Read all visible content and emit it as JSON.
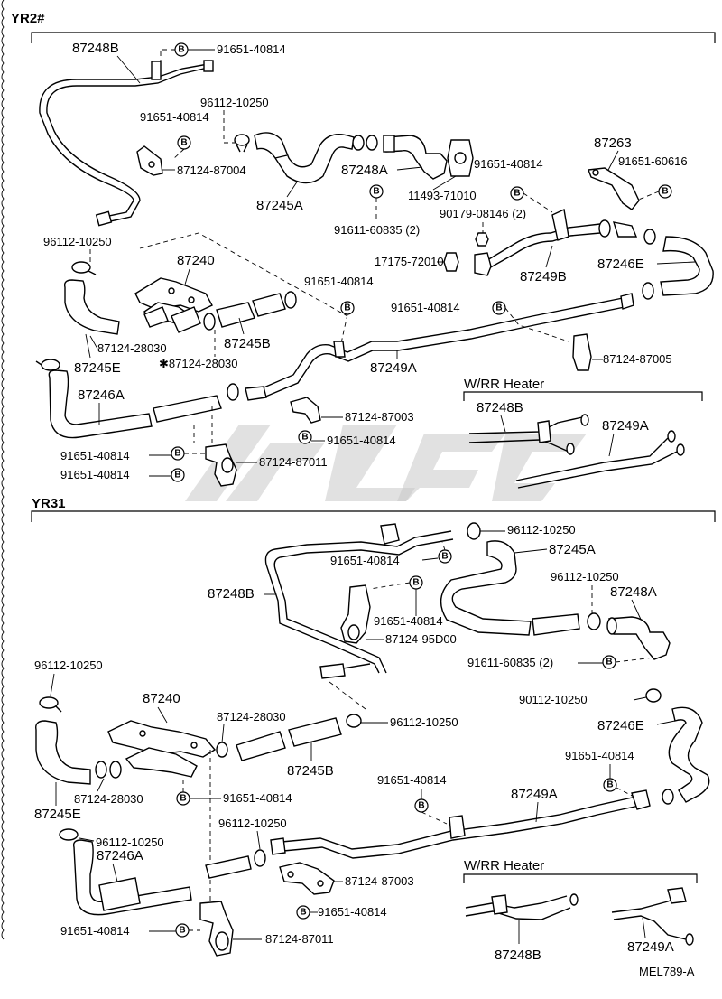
{
  "sections": {
    "yr2": "YR2#",
    "yr31": "YR31",
    "rr_heater_1": "W/RR Heater",
    "rr_heater_2": "W/RR Heater"
  },
  "bolt_symbol": "B",
  "footer_code": "MEL789-A",
  "labels_yr2": {
    "p87248B": "87248B",
    "b91651_top": "91651-40814",
    "c96112_a": "96112-10250",
    "b91651_b": "91651-40814",
    "k87124_87004": "87124-87004",
    "p87245A": "87245A",
    "p87248A": "87248A",
    "g11493": "11493-71010",
    "b91651_c": "91651-40814",
    "p87263": "87263",
    "b91651_60616": "91651-60616",
    "b91611_60835": "91611-60835 (2)",
    "n90179": "90179-08146 (2)",
    "c96112_b": "96112-10250",
    "p87240": "87240",
    "g17175": "17175-72010",
    "p87249B": "87249B",
    "p87246E": "87246E",
    "b91651_d": "91651-40814",
    "b91651_e": "91651-40814",
    "k87124_28030_a": "87124-28030",
    "p87245B": "87245B",
    "p87245E": "87245E",
    "k87124_28030_b": "✱87124-28030",
    "p87249A": "87249A",
    "k87124_87005": "87124-87005",
    "p87246A": "87246A",
    "k87124_87003": "87124-87003",
    "b91651_f": "91651-40814",
    "b91651_g": "91651-40814",
    "k87124_87011": "87124-87011",
    "b91651_h": "91651-40814",
    "rr_87248B": "87248B",
    "rr_87249A": "87249A"
  },
  "labels_yr31": {
    "c96112_a": "96112-10250",
    "p87245A": "87245A",
    "b91651_a": "91651-40814",
    "p87248B": "87248B",
    "c96112_b": "96112-10250",
    "p87248A": "87248A",
    "b91651_b": "91651-40814",
    "k87124_95D00": "87124-95D00",
    "b91611_60835": "91611-60835 (2)",
    "c96112_c": "96112-10250",
    "c90112": "90112-10250",
    "p87240": "87240",
    "k87124_28030_a": "87124-28030",
    "c96112_d": "96112-10250",
    "p87246E": "87246E",
    "b91651_c": "91651-40814",
    "p87245B": "87245B",
    "b91651_d": "91651-40814",
    "k87124_28030_b": "87124-28030",
    "b91651_e": "91651-40814",
    "p87249A": "87249A",
    "p87245E": "87245E",
    "c96112_e": "96112-10250",
    "c96112_f": "96112-10250",
    "p87246A": "87246A",
    "k87124_87003": "87124-87003",
    "b91651_f": "91651-40814",
    "b91651_g": "91651-40814",
    "k87124_87011": "87124-87011",
    "rr_87248B": "87248B",
    "rr_87249A": "87249A"
  }
}
